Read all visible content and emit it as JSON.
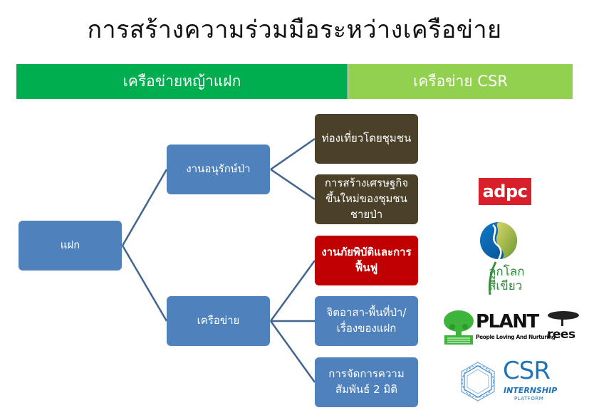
{
  "title": "การสร้างความร่วมมือระหว่างเครือข่าย",
  "header": {
    "left_label": "เครือข่ายหญ้าแฝก",
    "right_label": "เครือข่าย CSR",
    "left_color": "#00AE4F",
    "right_color": "#92D050"
  },
  "tree": {
    "root": {
      "label": "แฝก"
    },
    "branches": [
      {
        "label": "งานอนุรักษ์ป่า",
        "children": [
          {
            "label": "ท่องเที่ยวโดยชุมชน",
            "color": "#4A4128"
          },
          {
            "label": "การสร้างเศรษฐกิจขึ้นใหม่ของชุมชนชายป่า",
            "color": "#4A4128"
          }
        ]
      },
      {
        "label": "เครือข่าย",
        "children": [
          {
            "label": "งานภัยพิบัติและการฟื้นฟู",
            "color": "#C00000"
          },
          {
            "label": "จิตอาสา-พื้นที่ป่า/เรื่องของแฝก",
            "color": "#4F81BD"
          },
          {
            "label": "การจัดการความสัมพันธ์ 2 มิติ",
            "color": "#4F81BD"
          }
        ]
      }
    ],
    "node_color": "#4F81BD",
    "connector_color": "#41658F"
  },
  "logos": {
    "adpc": {
      "text": "adpc",
      "color": "#D9202A"
    },
    "green_globe": {
      "text_line1": "ลูกโลก",
      "text_line2": "สีเขียว"
    },
    "plant_trees": {
      "word": "PLANT",
      "suffix": "rees",
      "tagline": "People Loving And Nurturing"
    },
    "csr_platform": {
      "word": "CSR",
      "line2": "INTERNSHIP",
      "line3": "PLATFORM",
      "color": "#1F73B7"
    }
  }
}
